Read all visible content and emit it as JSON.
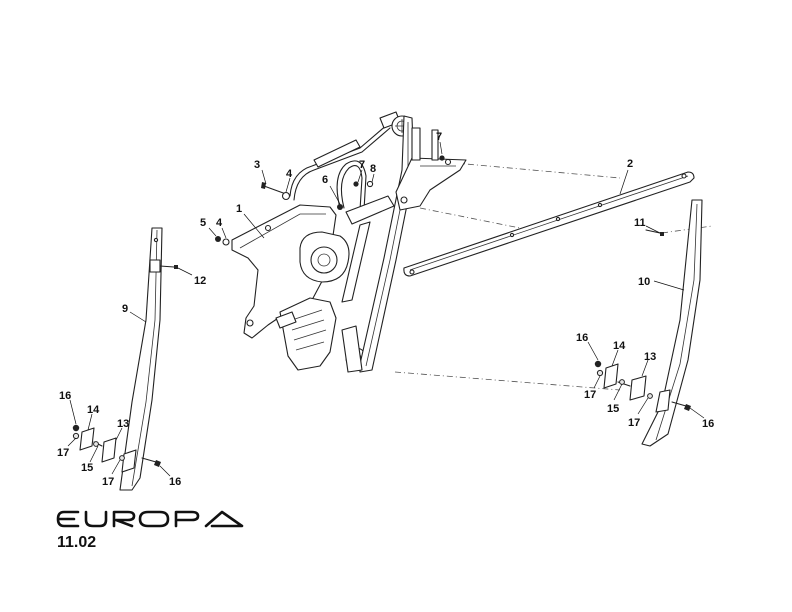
{
  "brand": {
    "name": "EUROPA"
  },
  "page": {
    "number": "11.02"
  },
  "callouts": {
    "c1": "1",
    "c2": "2",
    "c3": "3",
    "c4a": "4",
    "c4b": "4",
    "c5": "5",
    "c6": "6",
    "c7a": "7",
    "c7b": "7",
    "c8": "8",
    "c9": "9",
    "c10": "10",
    "c11": "11",
    "c12": "12",
    "c13a": "13",
    "c13b": "13",
    "c14a": "14",
    "c14b": "14",
    "c15a": "15",
    "c15b": "15",
    "c16a": "16",
    "c16b": "16",
    "c16c": "16",
    "c16d": "16",
    "c17a": "17",
    "c17b": "17",
    "c17c": "17",
    "c17d": "17"
  }
}
